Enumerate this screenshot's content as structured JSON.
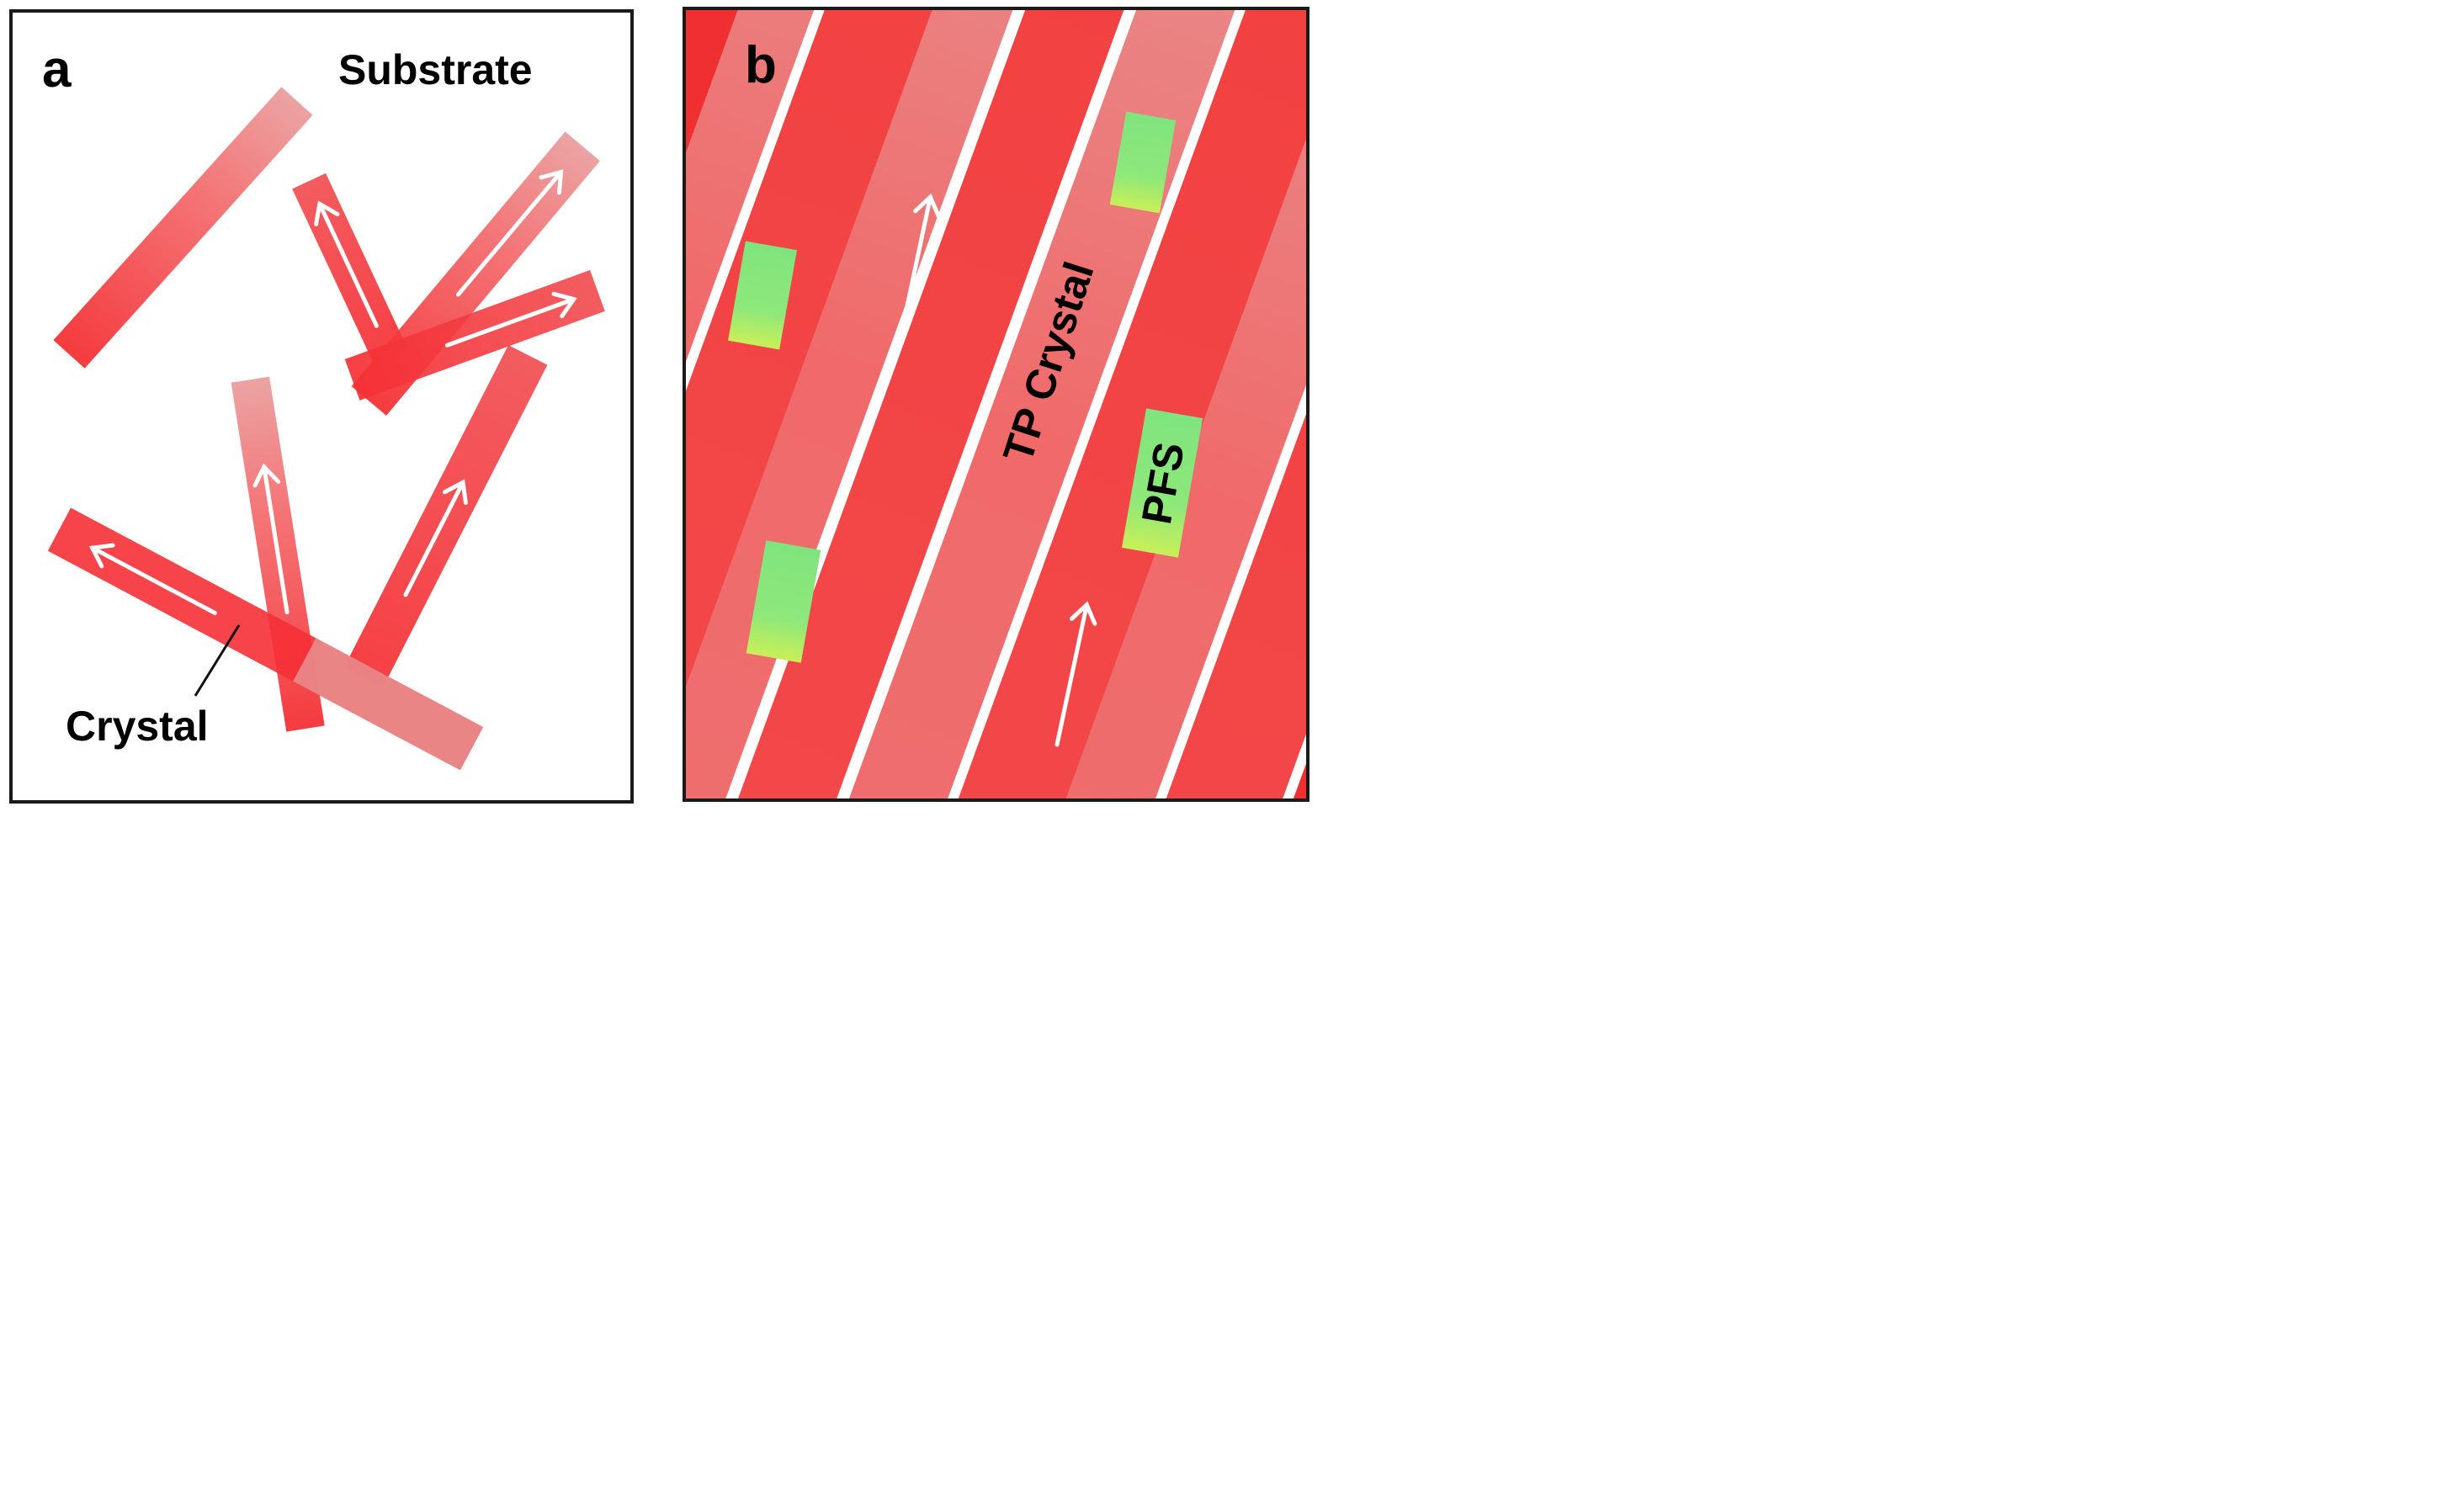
{
  "panel_a": {
    "letter": "a",
    "substrate_label": "Substrate",
    "crystal_label": "Crystal",
    "crystal_color": "#f0363a",
    "molecule_colors": [
      "#7b3fc4",
      "#e8203a"
    ]
  },
  "panel_b": {
    "letter": "b",
    "tp_crystal_label": "TP Crystal",
    "pfs_label": "PFS",
    "crystal_color": "#f0363a",
    "pfs_colors": [
      "#7be87b",
      "#c8f05a"
    ]
  }
}
